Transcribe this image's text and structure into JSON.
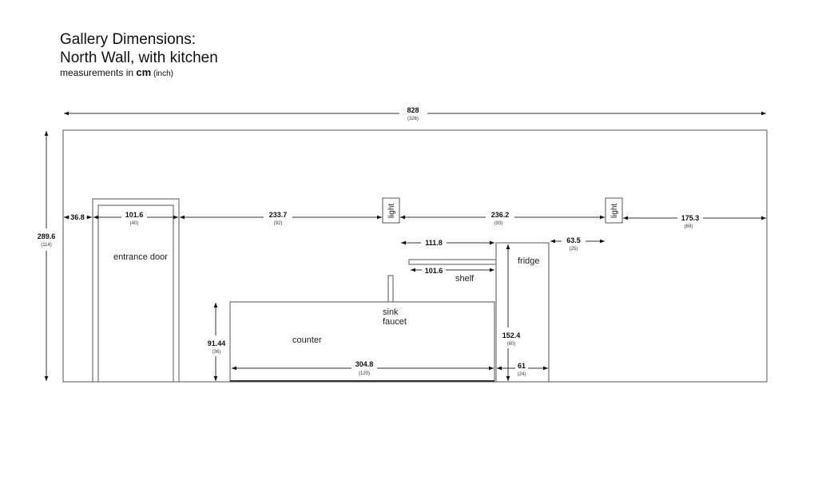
{
  "title": {
    "line1": "Gallery Dimensions:",
    "line2": "North Wall, with kitchen",
    "units_prefix": "measurements in ",
    "units_main": "cm",
    "units_alt": " (inch)"
  },
  "dims": {
    "total_width": {
      "cm": "828",
      "in": "(326)"
    },
    "wall_height": {
      "cm": "289.6",
      "in": "(114)"
    },
    "left_gap": {
      "cm": "36.8"
    },
    "door_width": {
      "cm": "101.6",
      "in": "(40)"
    },
    "door_to_light": {
      "cm": "233.7",
      "in": "(92)"
    },
    "light_to_light": {
      "cm": "236.2",
      "in": "(93)"
    },
    "light_to_right": {
      "cm": "175.3",
      "in": "(69)"
    },
    "shelf_span": {
      "cm": "111.8"
    },
    "fridge_right_gap": {
      "cm": "63.5",
      "in": "(25)"
    },
    "shelf_width": {
      "cm": "101.6"
    },
    "counter_height": {
      "cm": "91.44",
      "in": "(36)"
    },
    "counter_width": {
      "cm": "304.8",
      "in": "(120)"
    },
    "fridge_height": {
      "cm": "152.4",
      "in": "(60)"
    },
    "fridge_width": {
      "cm": "61",
      "in": "(24)"
    }
  },
  "labels": {
    "door": "entrance door",
    "light": "light",
    "fridge": "fridge",
    "shelf": "shelf",
    "sink1": "sink",
    "sink2": "faucet",
    "counter": "counter"
  }
}
